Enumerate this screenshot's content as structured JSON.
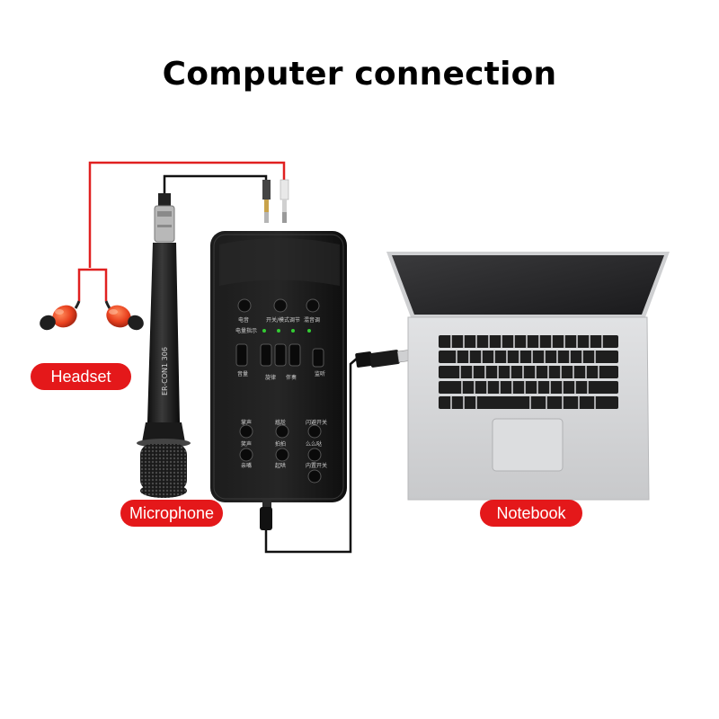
{
  "title": "Computer connection",
  "labels": {
    "headset": "Headset",
    "microphone": "Microphone",
    "notebook": "Notebook"
  },
  "colors": {
    "label_bg": "#e4181a",
    "headset_cable": "#e02020",
    "cable": "#111111",
    "earbud": "#e8401e",
    "laptop_body": "#d6d7d9",
    "soundcard": "#141414"
  },
  "icons": {
    "headset": "earbuds-icon",
    "microphone": "handheld-microphone-icon",
    "soundcard": "sound-card-icon",
    "notebook": "laptop-icon",
    "cable": "usb-cable-icon"
  }
}
